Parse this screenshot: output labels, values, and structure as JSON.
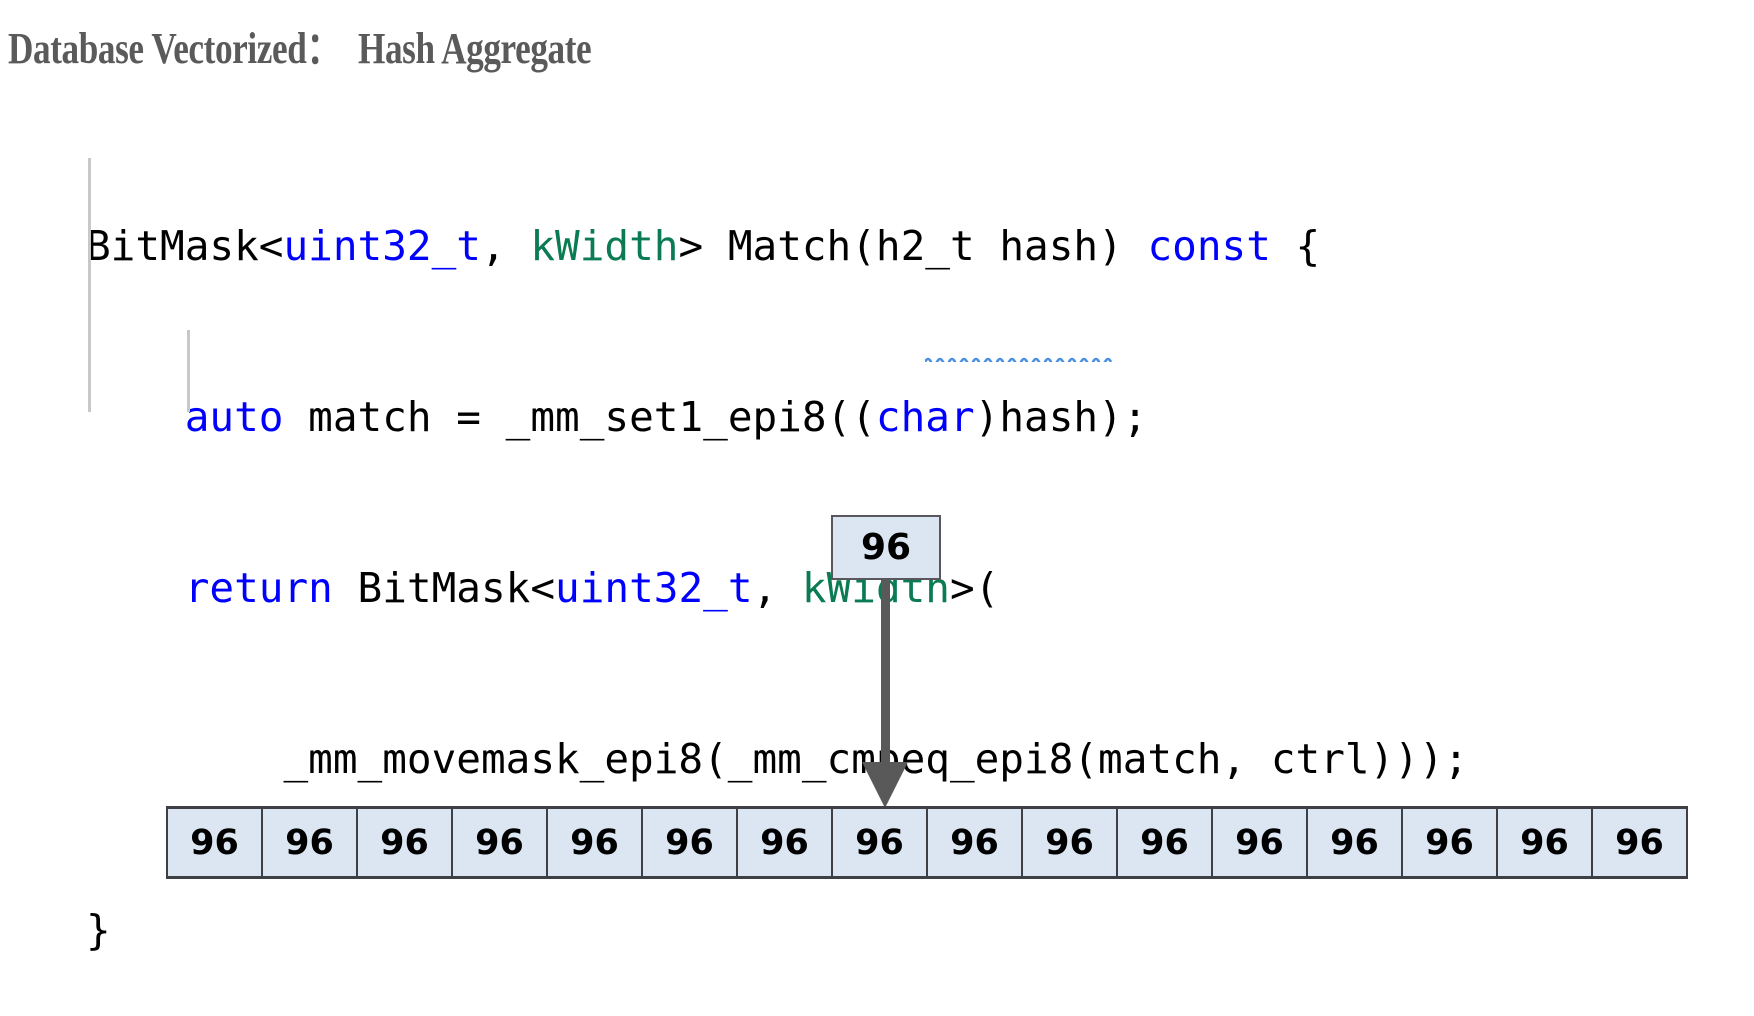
{
  "slide": {
    "title": "Database Vectorized：  Hash Aggregate"
  },
  "code": {
    "language": "cpp",
    "lines": [
      {
        "id": "line-1",
        "indent": 0,
        "text": "BitMask<uint32_t, kWidth> Match(h2_t hash) const {",
        "tokens": [
          {
            "t": "BitMask<",
            "c": "plain"
          },
          {
            "t": "uint32_t",
            "c": "type"
          },
          {
            "t": ", ",
            "c": "plain"
          },
          {
            "t": "kWidth",
            "c": "tmpl"
          },
          {
            "t": "> Match(h2_t hash) ",
            "c": "plain"
          },
          {
            "t": "const",
            "c": "kw"
          },
          {
            "t": " {",
            "c": "plain"
          }
        ]
      },
      {
        "id": "line-2",
        "indent": 4,
        "text": "    auto match = _mm_set1_epi8((char)hash);",
        "tokens": [
          {
            "t": "    ",
            "c": "plain"
          },
          {
            "t": "auto",
            "c": "kw"
          },
          {
            "t": " match = _mm_set1_epi8((",
            "c": "plain"
          },
          {
            "t": "char",
            "c": "kw"
          },
          {
            "t": ")hash);",
            "c": "plain"
          }
        ]
      },
      {
        "id": "line-3",
        "indent": 4,
        "text": "    return BitMask<uint32_t, kWidth>(",
        "tokens": [
          {
            "t": "    ",
            "c": "plain"
          },
          {
            "t": "return",
            "c": "kw"
          },
          {
            "t": " BitMask<",
            "c": "plain"
          },
          {
            "t": "uint32_t",
            "c": "type"
          },
          {
            "t": ", ",
            "c": "plain"
          },
          {
            "t": "kWidth",
            "c": "tmpl"
          },
          {
            "t": ">(",
            "c": "plain"
          }
        ]
      },
      {
        "id": "line-4",
        "indent": 8,
        "text": "        _mm_movemask_epi8(_mm_cmpeq_epi8(match, ctrl)));",
        "tokens": [
          {
            "t": "        _mm_movemask_epi8(_mm_cmpeq_epi8(match, ctrl)));",
            "c": "plain"
          }
        ]
      },
      {
        "id": "line-5",
        "indent": 0,
        "text": "}",
        "tokens": [
          {
            "t": "}",
            "c": "plain"
          }
        ]
      }
    ],
    "squiggle_target": "_mm_cmpeq_epi8",
    "colors": {
      "type": "#0000ff",
      "keyword": "#0000ff",
      "template_param": "#0a7b52",
      "plain": "#000000",
      "squiggle": "#4a90e2",
      "indent_guide": "#c8c8c8"
    }
  },
  "diagram": {
    "probe_box": {
      "label": "96"
    },
    "arrow": {
      "direction": "down",
      "target_cell_index": 7,
      "color": "#595959"
    },
    "control_row": {
      "count": 16,
      "values": [
        "96",
        "96",
        "96",
        "96",
        "96",
        "96",
        "96",
        "96",
        "96",
        "96",
        "96",
        "96",
        "96",
        "96",
        "96",
        "96"
      ],
      "fill": "#dce6f2",
      "border": "#3f3f46"
    }
  }
}
